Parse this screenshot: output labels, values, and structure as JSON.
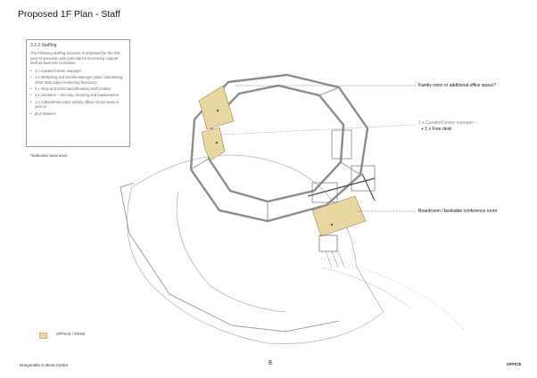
{
  "title": "Proposed 1F Plan - Staff",
  "staffing": {
    "heading": "3.2.2   Staffing",
    "intro": "The following staffing structure is proposed for the first year of operation with potential for increasing support staff as business increases:",
    "items": [
      "1 x Curator/Centre manager",
      "1 x Marketing and Events Manager (also undertaking other Wurundjeri marketing functions)",
      "3 x shop and information/booking staff (roster)",
      "1 x caretaker – security, cleaning and maintenance",
      "1 x Cultural/education activity officer (to increase in year 2)",
      "plus trainees"
    ]
  },
  "note": "*Indicative land uses",
  "callouts": {
    "family_room": "Family room or additional office space?",
    "curator_line1": "1 x Curator/Centre manager",
    "curator_line2": "+ 1 x Free desk",
    "boardroom": "Boardroom / bookable conference room"
  },
  "legend": {
    "label": "OFFICE / DESK",
    "color": "#e8d7a1"
  },
  "footer": {
    "left": "Nangonalla Cultural Centre",
    "page": "8",
    "right": "OFFICE"
  }
}
